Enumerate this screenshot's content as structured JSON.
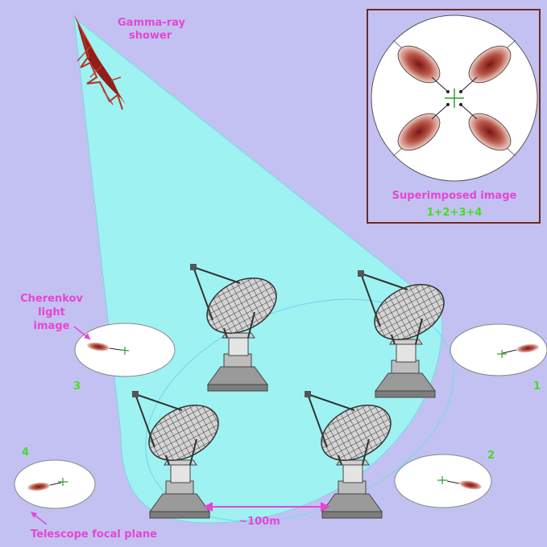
{
  "labels": {
    "shower_line1": "Gamma-ray",
    "shower_line2": "shower",
    "cherenkov_line1": "Cherenkov",
    "cherenkov_line2": "light",
    "cherenkov_line3": "image",
    "focal_plane": "Telescope focal plane",
    "distance": "~100m",
    "superimposed": "Superimposed image",
    "sum": "1+2+3+4"
  },
  "telescope_numbers": [
    "1",
    "2",
    "3",
    "4"
  ],
  "colors": {
    "background": "#c3c1f1",
    "light_pool": "#9ef2f2",
    "magenta_text": "#e645d6",
    "green_text": "#40e020",
    "shower": "#b83224",
    "inset_border": "#6e2a22"
  }
}
